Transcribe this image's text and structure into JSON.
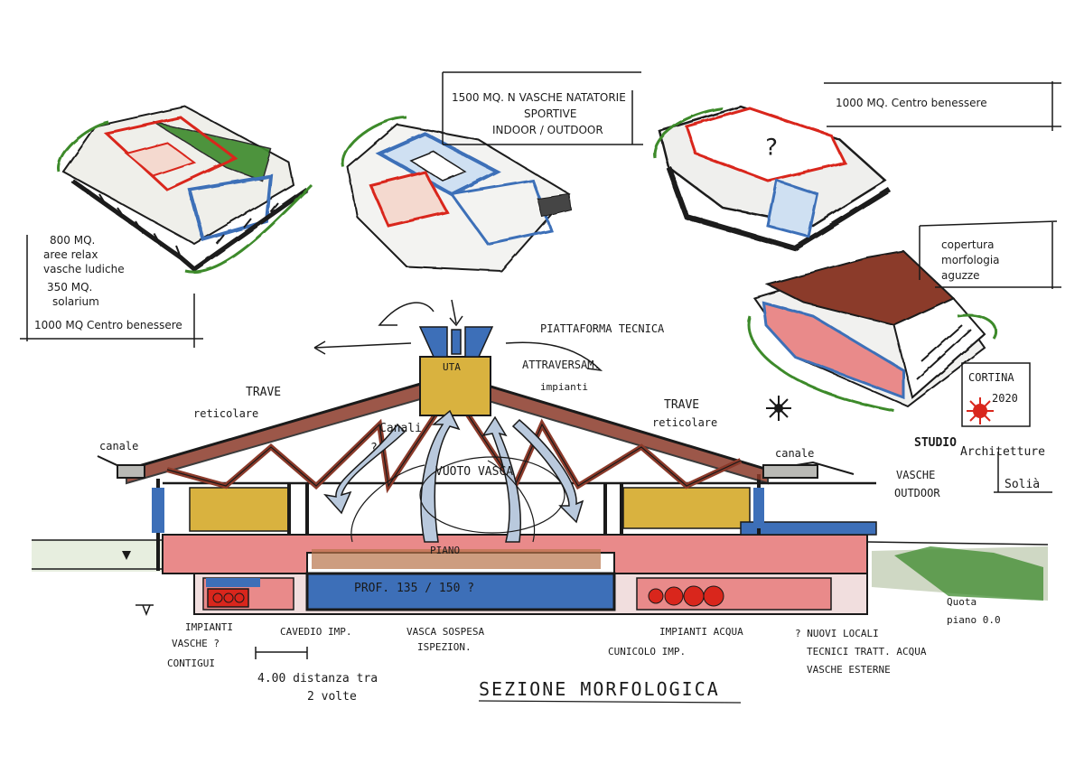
{
  "sketch_labels": {
    "box_top_center_line1": "1500 MQ. N VASCHE NATATORIE",
    "box_top_center_line2": "SPORTIVE",
    "box_top_center_line3": "INDOOR / OUTDOOR",
    "box_top_right": "1000 MQ. Centro benessere",
    "box_left_line1": "800 MQ.",
    "box_left_line2": "aree relax",
    "box_left_line3": "vasche ludiche",
    "box_left_line4": "350 MQ.",
    "box_left_line5": "solarium",
    "box_left_line6": "1000 MQ Centro benessere",
    "box_right_line1": "copertura",
    "box_right_line2": "morfologia",
    "box_right_line3": "aguzze",
    "question_mark": "?",
    "uta_label": "UTA",
    "plant_roof": "PIATTAFORMA TECNICA",
    "attraversamenti_line1": "ATTRAVERSAM.",
    "attraversamenti_line2": "impianti",
    "trave_left_line1": "TRAVE",
    "trave_left_line2": "reticolare",
    "trave_right_line1": "TRAVE",
    "trave_right_line2": "reticolare",
    "canali": "Canali",
    "canali_q": "?",
    "vuoto_vasca": "VUOTO VASCA",
    "canale_left": "canale",
    "canale_right": "canale",
    "vasche_outdoor_line1": "VASCHE",
    "vasche_outdoor_line2": "OUTDOOR",
    "piano_label": "PIANO",
    "prof_label": "PROF. 135 / 150 ?",
    "prof_q": "?",
    "impianti_left_line1": "IMPIANTI",
    "impianti_left_line2": "VASCHE ?",
    "impianti_left_line3": "CONTIGUI",
    "cavedio": "CAVEDIO IMP.",
    "vasca_sospesa_line1": "VASCA SOSPESA",
    "vasca_sospesa_line2": "ISPEZION.",
    "cunicolo": "CUNICOLO IMP.",
    "impianti_acqua": "IMPIANTI ACQUA",
    "nuovi_locali_line1": "? NUOVI LOCALI",
    "nuovi_locali_line2": "TECNICI TRATT. ACQUA",
    "nuovi_locali_line3": "VASCHE ESTERNE",
    "distanza_line1": "4.00 distanza tra",
    "distanza_line2": "2 volte",
    "quota_line1": "Quota",
    "quota_line2": "piano 0.0",
    "sezione": "SEZIONE MORFOLOGICA",
    "cortina_line1": "CORTINA",
    "cortina_line2": "2020",
    "studio_line1": "STUDIO",
    "studio_line2": "Architetture",
    "studio_line3": "Solià"
  },
  "colors": {
    "ink": "#1a1a1a",
    "trusses": "#8b3a2a",
    "pool_blue": "#3d6fb8",
    "hall_pink": "#e98a8a",
    "wall_yellow": "#d9b23f",
    "site_green": "#3c8a2c",
    "accent_red": "#d9261c",
    "roof_grey": "#b9b9b5"
  }
}
